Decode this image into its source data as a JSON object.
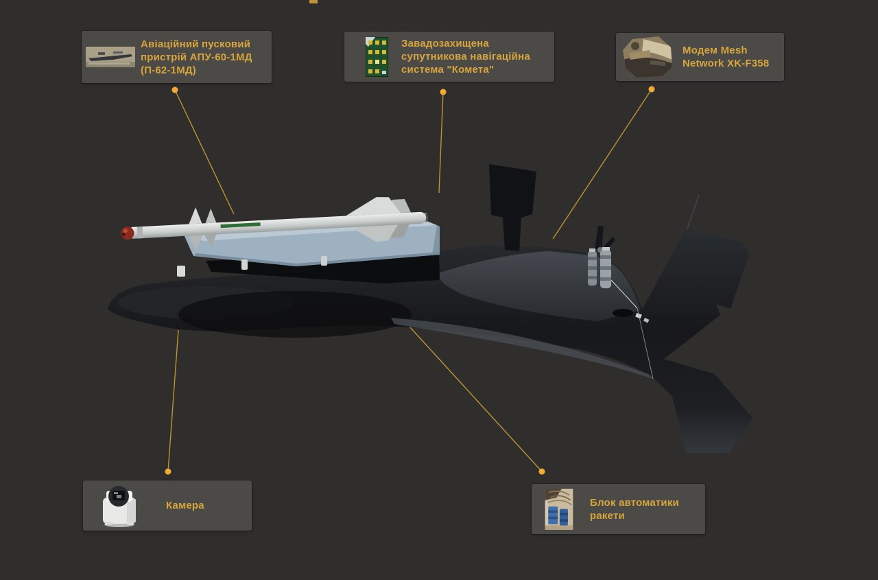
{
  "page": {
    "background_color": "#302e2d",
    "accent_color": "#d8a53c",
    "callout_box_color": "#4b4a47",
    "connector_line_color": "#bd9530",
    "connector_dot_color": "#f2aa31"
  },
  "callouts": [
    {
      "id": "launcher",
      "label": "Авіаційний пусковий\nпристрій АПУ-60-1МД\n(П-62-1МД)",
      "thumb": "launcher-photo"
    },
    {
      "id": "satnav",
      "label": "Завадозахищена\nсупутникова навігаційна\nсистема \"Комета\"",
      "thumb": "satnav-pcb-photo"
    },
    {
      "id": "mesh-modem",
      "label": "Модем Mesh\nNetwork XK-F358",
      "thumb": "mesh-modem-photo"
    },
    {
      "id": "camera",
      "label": "Камера",
      "thumb": "camera-photo"
    },
    {
      "id": "rocket-automation",
      "label": "Блок автоматики\nракети",
      "thumb": "rocket-automation-photo"
    }
  ]
}
